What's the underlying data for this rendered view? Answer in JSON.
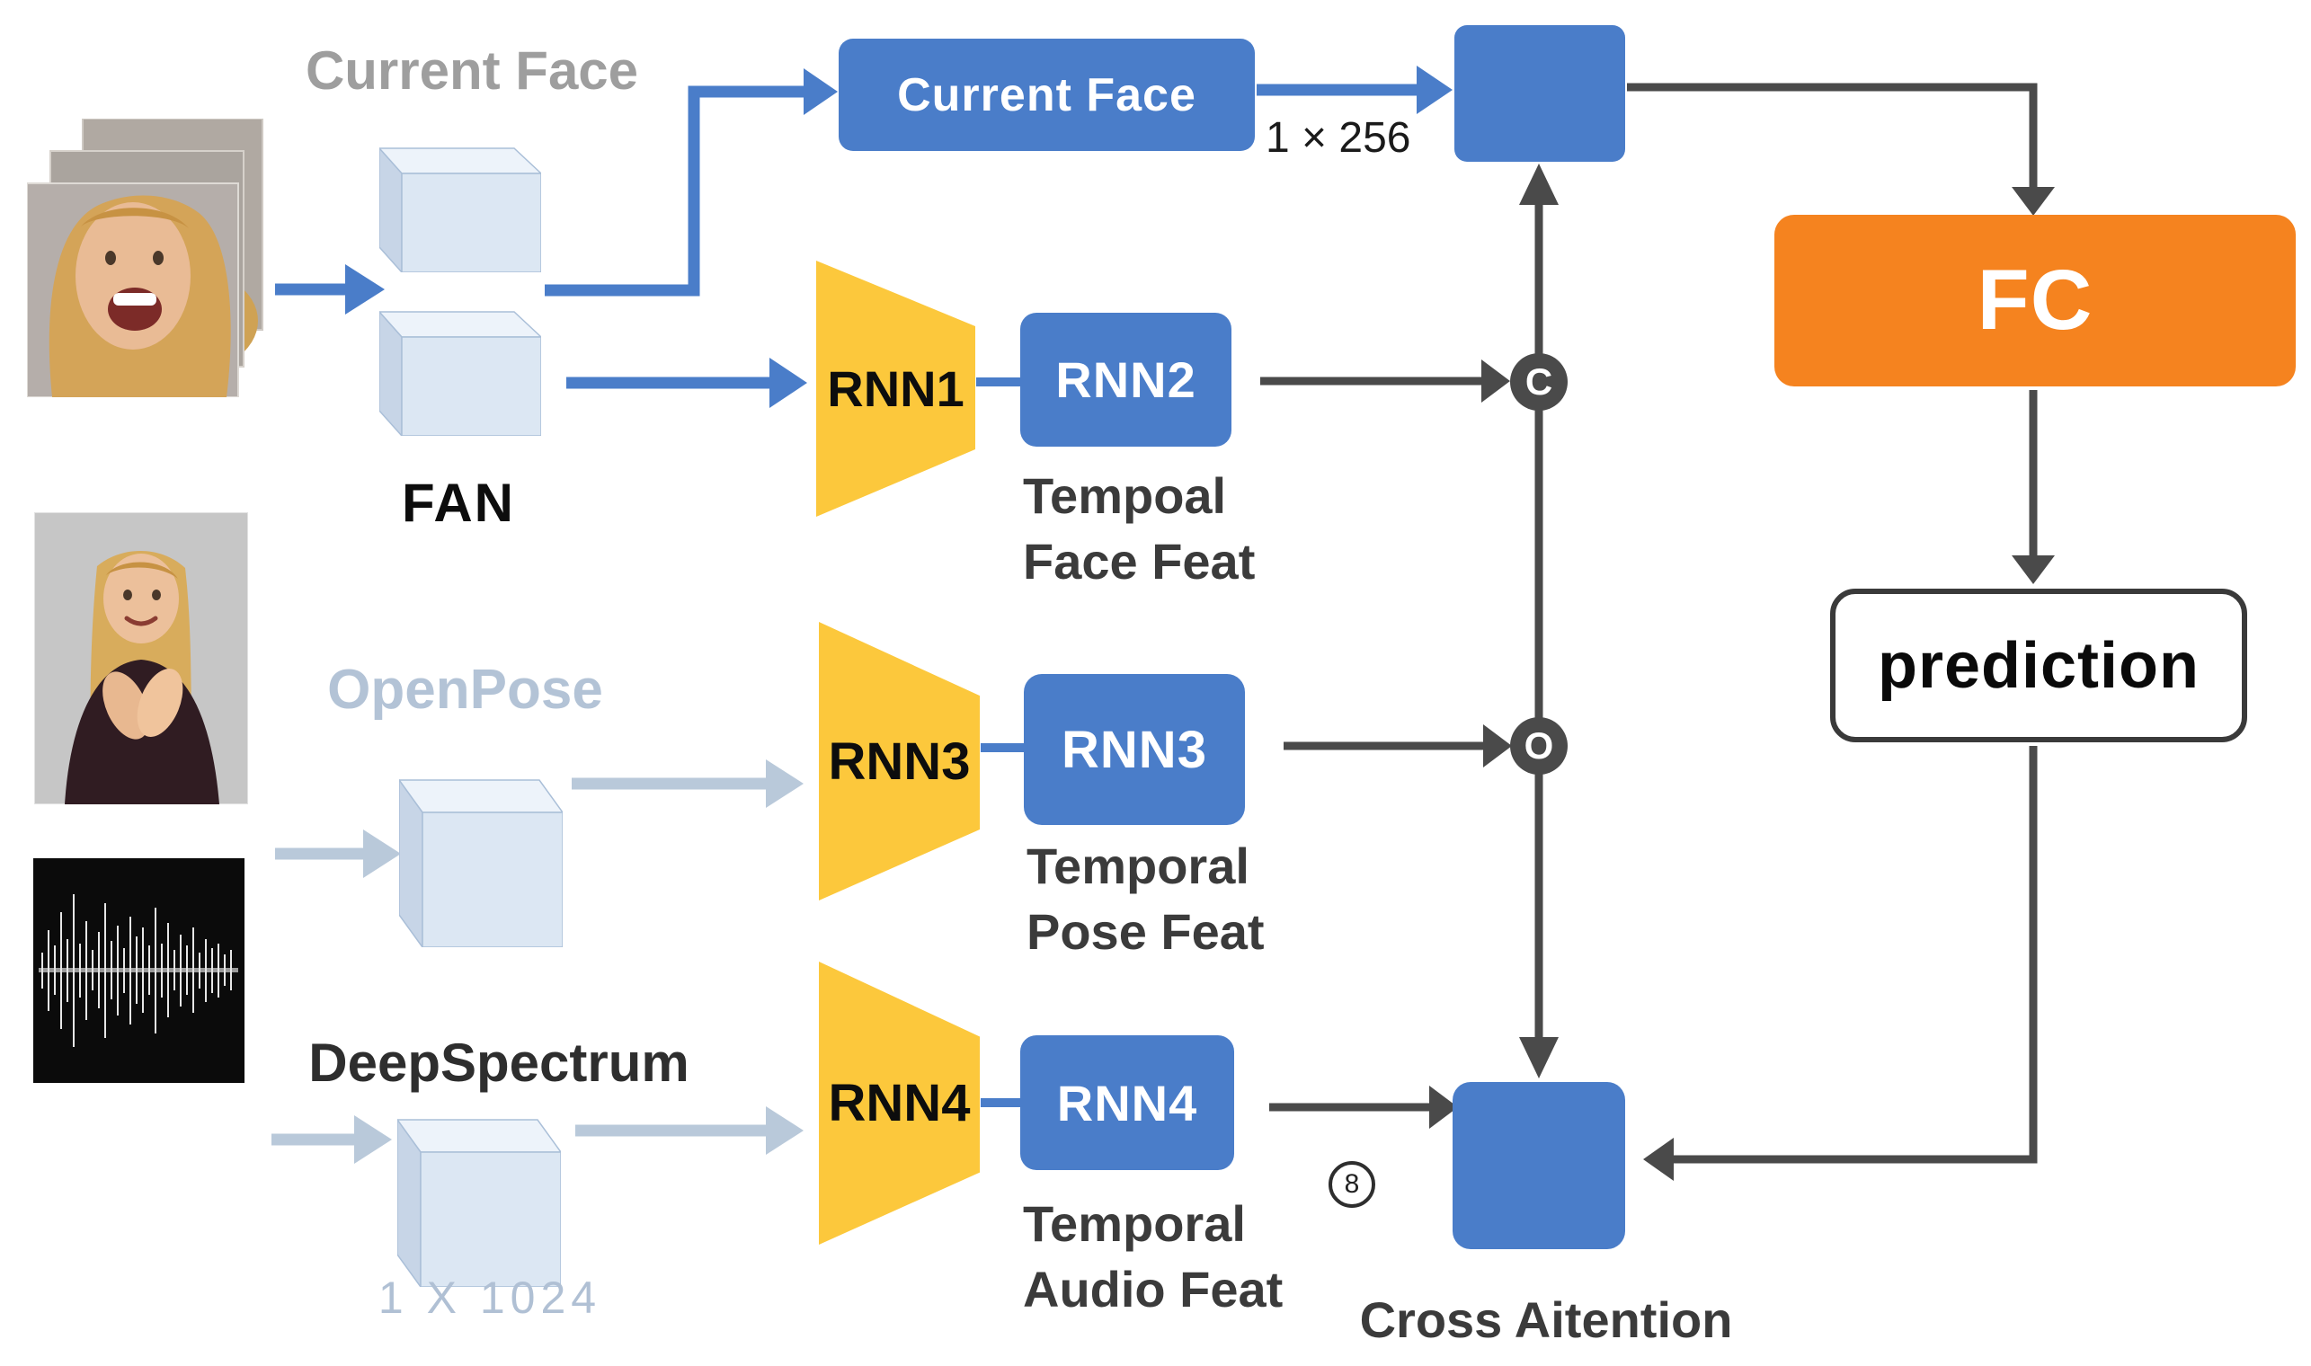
{
  "figure": {
    "source_labels": {
      "current_face_muted": "Current Face",
      "fan": "FAN",
      "openpose": "OpenPose",
      "deepspectrum": "DeepSpectrum",
      "audio_dim": "1 X 1024",
      "face_dim": "1 × 256"
    },
    "boxes": {
      "current_face": "Current Face",
      "rnn1_encoder": "RNN1",
      "rnn2": "RNN2",
      "rnn3_encoder": "RNN3",
      "rnn3": "RNN3",
      "rnn4_encoder": "RNN4",
      "rnn4": "RNN4",
      "fc": "FC",
      "prediction": "prediction"
    },
    "operators": {
      "concat_c": "C",
      "concat_o": "O",
      "circled_8": "8"
    },
    "feature_labels": {
      "face": [
        "Tempoal",
        "Face Feat"
      ],
      "pose": [
        "Temporal",
        "Pose Feat"
      ],
      "audio": [
        "Temporal",
        "Audio Feat"
      ]
    },
    "captions": {
      "cross_attention": "Cross Aitention"
    },
    "colors": {
      "box_blue": "#4a7dc9",
      "encoder_yellow": "#fcc83c",
      "fc_orange": "#f5831f",
      "arrow_dark": "#4a4a4a",
      "arrow_light": "#b9c9da",
      "muted_label_gray": "#9e9e9e",
      "pale_label_blue": "#b3c3d6"
    }
  }
}
